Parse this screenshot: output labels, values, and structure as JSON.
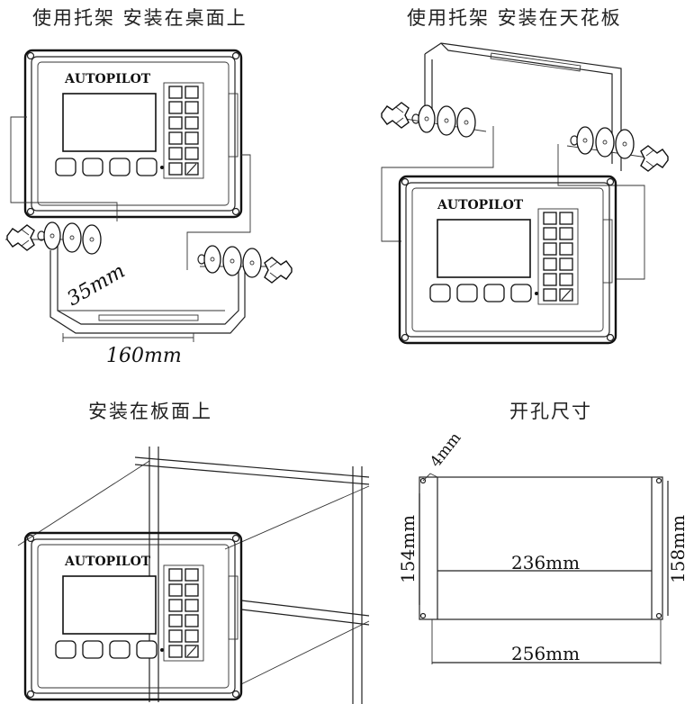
{
  "captions": {
    "desk_mount": "使用托架 安装在桌面上",
    "ceiling_mount": "使用托架 安装在天花板",
    "panel_mount": "安装在板面上",
    "cutout": "开孔尺寸"
  },
  "device": {
    "brand": "AUTOPILOT"
  },
  "dimensions": {
    "bracket_height": "35mm",
    "bracket_width": "160mm",
    "hole": "4mm",
    "cutout_height": "154mm",
    "cutout_width": "236mm",
    "outer_height": "158mm",
    "outer_width": "256mm"
  }
}
